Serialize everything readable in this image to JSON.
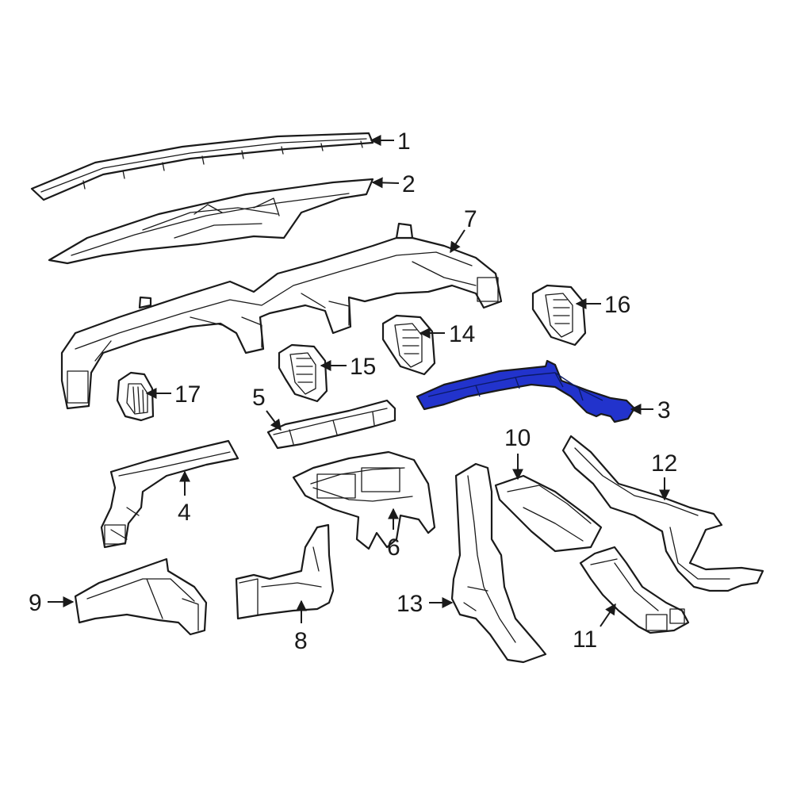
{
  "colors": {
    "line": "#1a1a1a",
    "background": "#ffffff",
    "highlight": "#2233cc"
  },
  "highlighted_part": "3",
  "callouts": {
    "c1": "1",
    "c2": "2",
    "c3": "3",
    "c4": "4",
    "c5": "5",
    "c6": "6",
    "c7": "7",
    "c8": "8",
    "c9": "9",
    "c10": "10",
    "c11": "11",
    "c12": "12",
    "c13": "13",
    "c14": "14",
    "c15": "15",
    "c16": "16",
    "c17": "17"
  }
}
